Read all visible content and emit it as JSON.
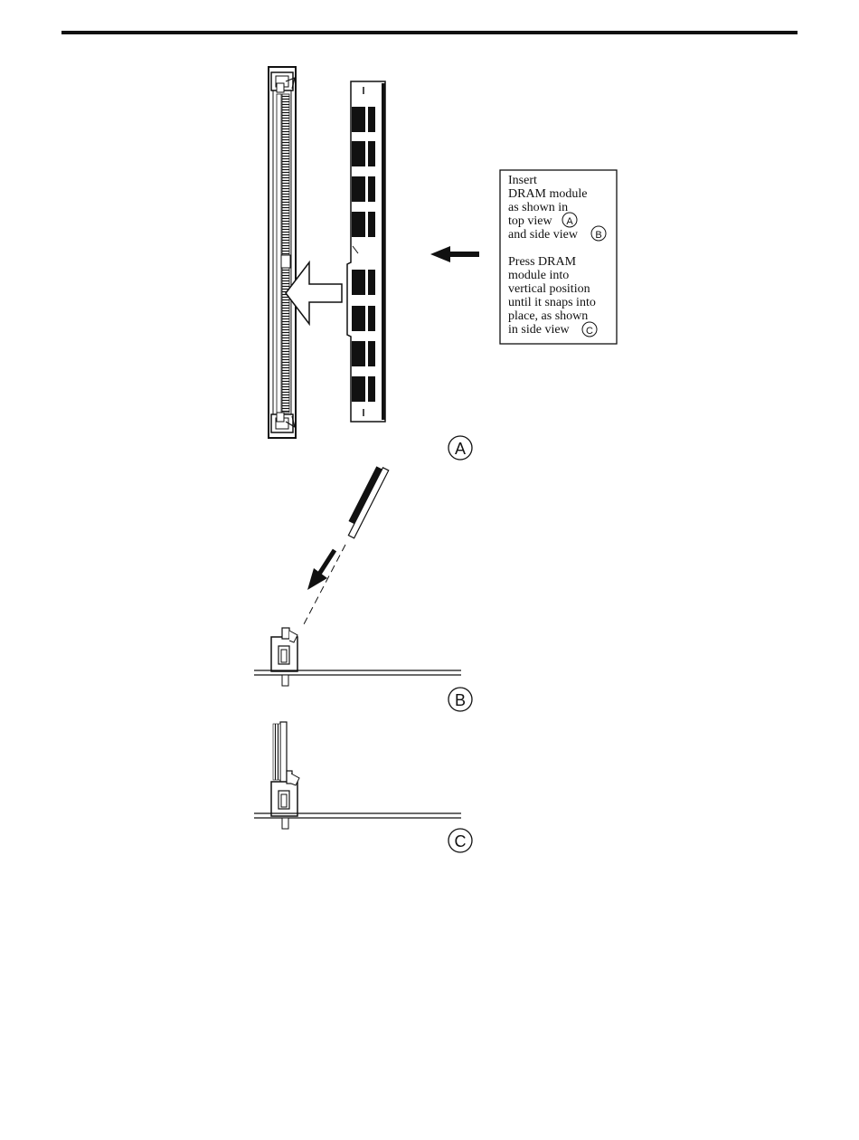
{
  "instruction": {
    "para1": [
      "Insert",
      "DRAM module",
      "as shown in",
      "top view",
      "and side view"
    ],
    "para1_refs": [
      "A",
      "B"
    ],
    "para2": [
      "Press DRAM",
      "module into",
      "vertical position",
      "until it snaps into",
      "place, as shown",
      "in side view"
    ],
    "para2_refs": [
      "C"
    ]
  },
  "views": {
    "top": "A",
    "side_insert": "B",
    "side_seated": "C"
  },
  "colors": {
    "ink": "#111111",
    "paper": "#ffffff"
  }
}
